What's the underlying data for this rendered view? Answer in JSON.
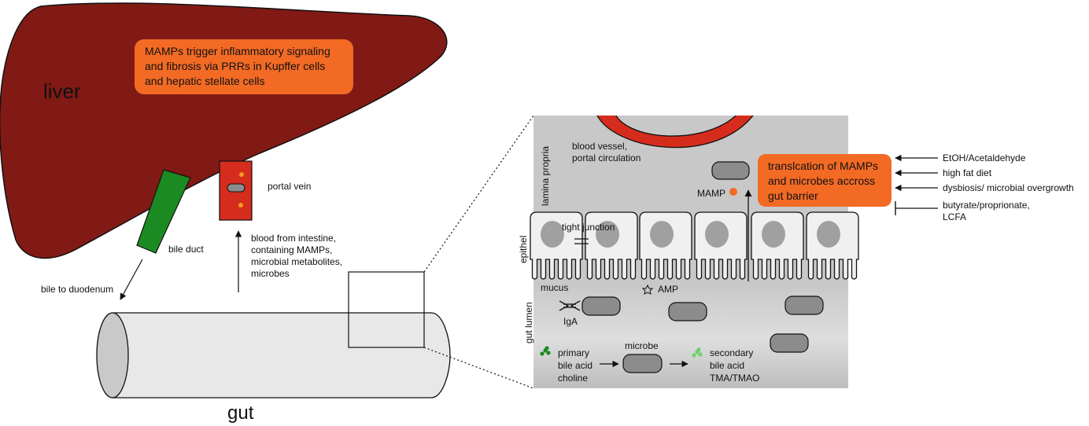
{
  "colors": {
    "liver": "#811a15",
    "orange": "#f36a25",
    "bile_duct": "#1c8a22",
    "vessel_red": "#d62c1e",
    "panel_gray": "#c8c8c8",
    "gut_fill": "#e8e8e8",
    "microbe_gray": "#8c8c8c",
    "nucleus_gray": "#a0a0a0"
  },
  "liver": {
    "label": "liver",
    "callout": [
      "MAMPs trigger inflammatory signaling",
      "and fibrosis via PRRs in Kupffer cells",
      "and hepatic stellate cells"
    ]
  },
  "portal_vein_label": "portal vein",
  "bile_duct_label": "bile duct",
  "bile_to_duodenum": "bile to duodenum",
  "blood_from_intestine": [
    "blood from intestine,",
    "containing MAMPs,",
    "microbial metabolites,",
    "microbes"
  ],
  "gut_label": "gut",
  "panel": {
    "zone_labels": {
      "lamina_propria": "lamina propria",
      "epithel": "epithel",
      "gut_lumen": "gut lumen"
    },
    "blood_vessel": [
      "blood vessel,",
      "portal circulation"
    ],
    "mamp": "MAMP",
    "tight_junction": "tight junction",
    "mucus": "mucus",
    "amp": "AMP",
    "iga": "IgA",
    "microbe": "microbe",
    "primary": [
      "primary",
      "bile acid",
      "choline"
    ],
    "secondary": [
      "secondary",
      "bile acid",
      "TMA/TMAO"
    ],
    "translocation": [
      "translcation of MAMPs",
      "and microbes accross",
      "gut barrier"
    ]
  },
  "factors": {
    "promoting": [
      "EtOH/Acetaldehyde",
      "high fat diet",
      "dysbiosis/ microbial overgrowth"
    ],
    "inhibiting": [
      "butyrate/proprionate,",
      "LCFA"
    ]
  }
}
